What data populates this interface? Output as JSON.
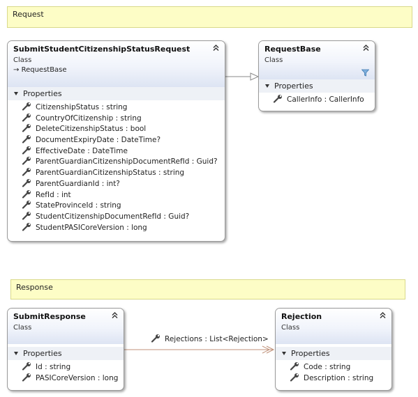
{
  "notes": {
    "request": "Request",
    "response": "Response"
  },
  "classes": {
    "submit_request": {
      "name": "SubmitStudentCitizenshipStatusRequest",
      "kind": "Class",
      "base_arrow": "→",
      "base": "RequestBase",
      "section": "Properties",
      "properties": [
        "CitizenshipStatus : string",
        "CountryOfCitizenship : string",
        "DeleteCitizenshipStatus : bool",
        "DocumentExpiryDate : DateTime?",
        "EffectiveDate : DateTime",
        "ParentGuardianCitizenshipDocumentRefId : Guid?",
        "ParentGuardianCitizenshipStatus : string",
        "ParentGuardianId : int?",
        "RefId : int",
        "StateProvinceId : string",
        "StudentCitizenshipDocumentRefId : Guid?",
        "StudentPASICoreVersion : long"
      ]
    },
    "request_base": {
      "name": "RequestBase",
      "kind": "Class",
      "section": "Properties",
      "properties": [
        "CallerInfo : CallerInfo"
      ]
    },
    "submit_response": {
      "name": "SubmitResponse",
      "kind": "Class",
      "section": "Properties",
      "properties": [
        "Id : string",
        "PASICoreVersion : long"
      ]
    },
    "rejection": {
      "name": "Rejection",
      "kind": "Class",
      "section": "Properties",
      "properties": [
        "Code : string",
        "Description : string"
      ]
    }
  },
  "associations": {
    "rejections": "Rejections : List<Rejection>"
  },
  "colors": {
    "note_fill": "#fdfdc6",
    "header_gradient_end": "#dde4f3",
    "section_fill": "#eef1f6",
    "association_line": "#c0927a",
    "inheritance_line": "#8a8a8a"
  }
}
